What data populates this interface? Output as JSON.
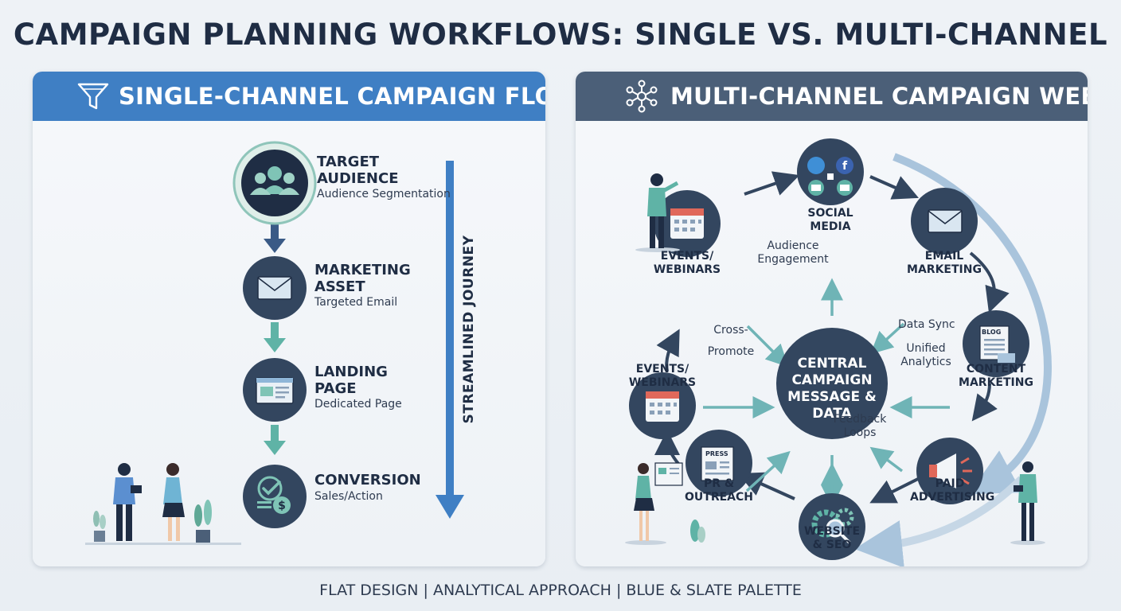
{
  "title": "CAMPAIGN PLANNING WORKFLOWS: SINGLE VS. MULTI-CHANNEL",
  "footer": "FLAT DESIGN | ANALYTICAL APPROACH | BLUE & SLATE PALETTE",
  "colors": {
    "blue": "#3f7fc4",
    "slate": "#4b5f78",
    "navy": "#33465f",
    "teal": "#5fb3a6",
    "light_blue": "#a9c4dc"
  },
  "single": {
    "header": "SINGLE-CHANNEL CAMPAIGN FLOW",
    "header_icon": "funnel-icon",
    "side_label": "STREAMLINED JOURNEY",
    "steps": [
      {
        "title1": "TARGET",
        "title2": "AUDIENCE",
        "sub": "Audience Segmentation",
        "icon": "users-icon"
      },
      {
        "title1": "MARKETING",
        "title2": "ASSET",
        "sub": "Targeted Email",
        "icon": "envelope-icon"
      },
      {
        "title1": "LANDING",
        "title2": "PAGE",
        "sub": "Dedicated Page",
        "icon": "browser-icon"
      },
      {
        "title1": "CONVERSION",
        "title2": "",
        "sub": "Sales/Action",
        "icon": "checkmark-dollar-icon"
      }
    ]
  },
  "multi": {
    "header": "MULTI-CHANNEL CAMPAIGN WEB",
    "header_icon": "network-icon",
    "center": [
      "CENTRAL",
      "CAMPAIGN",
      "MESSAGE &",
      "DATA"
    ],
    "nodes": {
      "social": [
        "SOCIAL",
        "MEDIA"
      ],
      "email": [
        "EMAIL",
        "MARKETING"
      ],
      "content": [
        "CONTENT",
        "MARKETING"
      ],
      "paid": [
        "PAID",
        "ADVERTISING"
      ],
      "website": [
        "WEBSITE",
        "& SEO"
      ],
      "pr": [
        "PR &",
        "OUTREACH"
      ],
      "events_left": [
        "EVENTS/",
        "WEBINARS"
      ],
      "events_top": [
        "EVENTS/",
        "WEBINARS"
      ]
    },
    "annotations": {
      "audience": [
        "Audience",
        "Engagement"
      ],
      "cross": [
        "Cross-",
        "Promote"
      ],
      "data_sync": "Data Sync",
      "unified": [
        "Unified",
        "Analytics"
      ],
      "feedback": [
        "Feedback",
        "Loops"
      ]
    },
    "blog_label": "BLOG",
    "press_label": "PRESS"
  }
}
